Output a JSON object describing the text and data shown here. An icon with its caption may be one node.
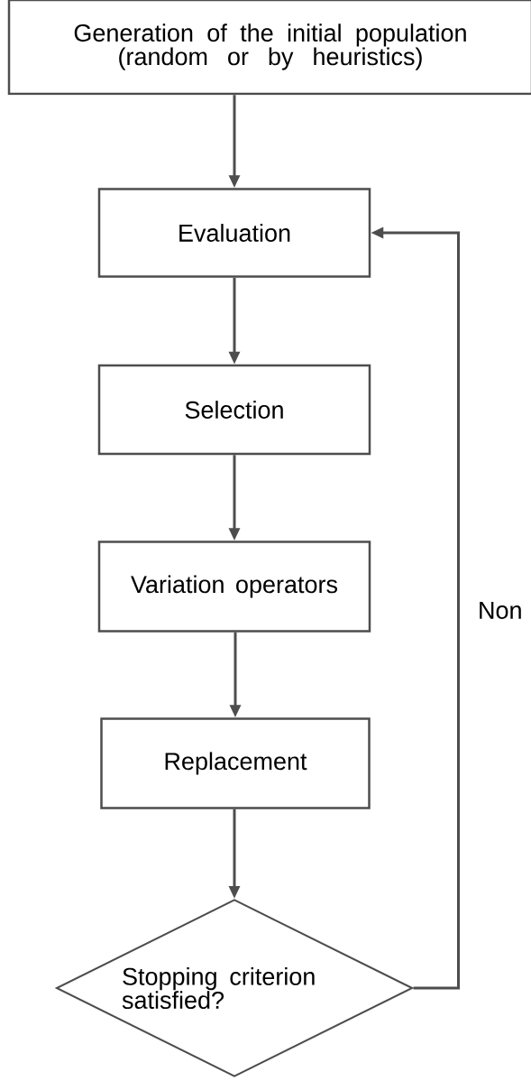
{
  "diagram": {
    "nodes": [
      {
        "text": [
          "Generation of the initial population (random or by heuristics)"
        ]
      },
      {
        "text": [
          "Evaluation"
        ]
      },
      {
        "text": [
          "Selection"
        ]
      },
      {
        "text": [
          "Variation operators"
        ]
      },
      {
        "text": [
          "Replacement"
        ]
      },
      {
        "text": [
          "Stopping criterion satisfied?"
        ]
      }
    ],
    "edges": [
      {
        "from": 0,
        "to": 1,
        "arrow": "to"
      },
      {
        "from": 1,
        "to": 2,
        "arrow": "to"
      },
      {
        "from": 2,
        "to": 3,
        "arrow": "to"
      },
      {
        "from": 3,
        "to": 4,
        "arrow": "to"
      },
      {
        "from": 4,
        "to": 5,
        "arrow": "to"
      },
      {
        "from": 5,
        "to": 1,
        "arrow": "to",
        "label": "Non"
      }
    ]
  }
}
